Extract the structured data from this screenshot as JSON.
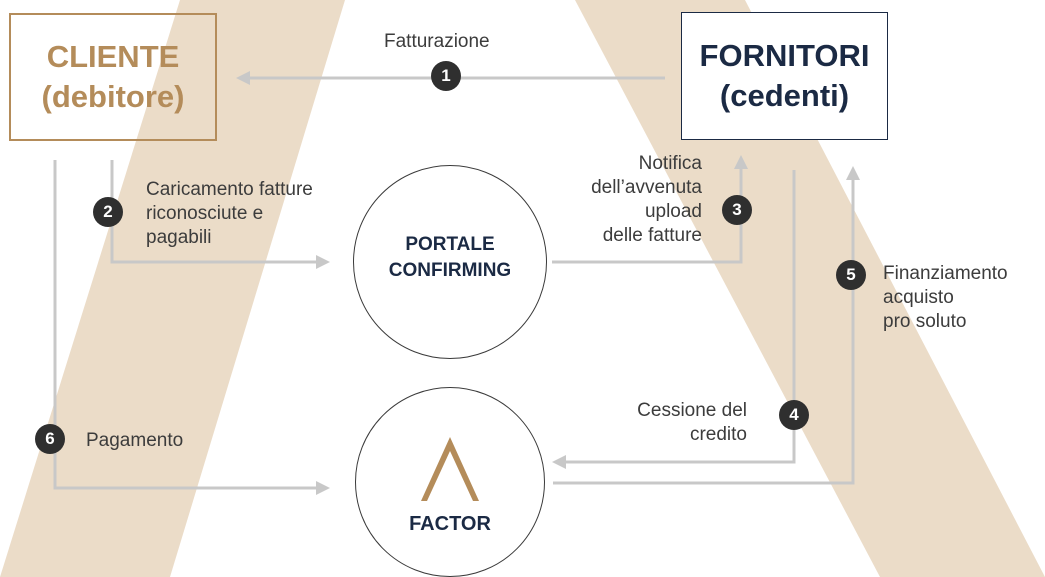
{
  "colors": {
    "tan": "#ebdcc8",
    "gold": "#b48c5a",
    "navy": "#1b2a44",
    "arrow": "#c8c8c8",
    "badge": "#2f2f2f"
  },
  "cliente": {
    "line1": "CLIENTE",
    "line2": "(debitore)"
  },
  "fornitori": {
    "line1": "FORNITORI",
    "line2": "(cedenti)"
  },
  "portale": {
    "line1": "PORTALE",
    "line2": "CONFIRMING"
  },
  "factor": {
    "label": "FACTOR",
    "logo_icon": "factor-chevron-logo"
  },
  "steps": [
    {
      "num": "1",
      "lines": [
        "Fatturazione"
      ]
    },
    {
      "num": "2",
      "lines": [
        "Caricamento fatture",
        "riconosciute e",
        "pagabili"
      ]
    },
    {
      "num": "3",
      "lines": [
        "Notifica",
        "dell’avvenuta",
        "upload",
        "delle fatture"
      ]
    },
    {
      "num": "4",
      "lines": [
        "Cessione del",
        "credito"
      ]
    },
    {
      "num": "5",
      "lines": [
        "Finanziamento",
        "acquisto",
        "pro soluto"
      ]
    },
    {
      "num": "6",
      "lines": [
        "Pagamento"
      ]
    }
  ]
}
